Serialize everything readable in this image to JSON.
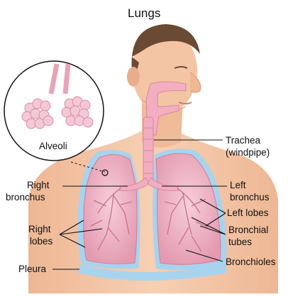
{
  "title": "Lungs",
  "labels": {
    "alveoli": "Alveoli",
    "trachea": "Trachea",
    "windpipe": "(windpipe)",
    "right_bronchus_1": "Right",
    "right_bronchus_2": "bronchus",
    "left_bronchus_1": "Left",
    "left_bronchus_2": "bronchus",
    "left_lobes": "Left lobes",
    "right_lobes_1": "Right",
    "right_lobes_2": "lobes",
    "bronchial_1": "Bronchial",
    "bronchial_2": "tubes",
    "pleura": "Pleura",
    "bronchioles": "Bronchioles"
  },
  "colors": {
    "skin": "#f3c3a1",
    "skin_shade": "#e3a47f",
    "hair": "#6b4a33",
    "lung": "#e9a3b7",
    "lung_light": "#f4c9d6",
    "pleura": "#a8d3ee",
    "airway": "#f0a7bb",
    "line": "#111111"
  }
}
